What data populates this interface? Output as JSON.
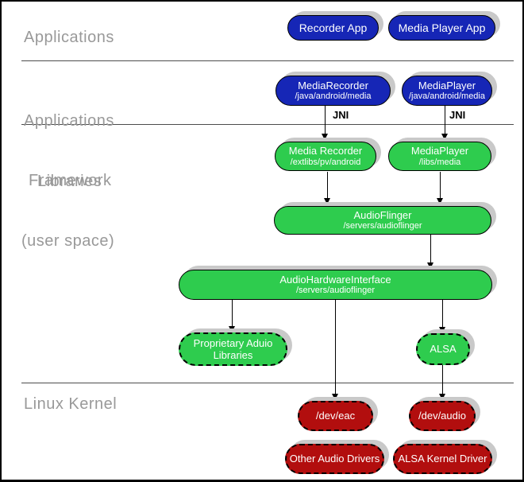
{
  "zones": {
    "applications": "Applications",
    "framework_line1": "Applications",
    "framework_line2": "Framework",
    "libraries_line1": "Libraries",
    "libraries_line2": "(user space)",
    "linux_kernel": "Linux Kernel"
  },
  "jni_label": "JNI",
  "nodes": {
    "recorder_app": {
      "title": "Recorder App"
    },
    "media_player_app": {
      "title": "Media Player App"
    },
    "media_recorder_framework": {
      "title": "MediaRecorder",
      "path": "/java/android/media"
    },
    "media_player_framework": {
      "title": "MediaPlayer",
      "path": "/java/android/media"
    },
    "media_recorder_lib": {
      "title": "Media Recorder",
      "path": "/extlibs/pv/android"
    },
    "media_player_lib": {
      "title": "MediaPlayer",
      "path": "/libs/media"
    },
    "audio_flinger": {
      "title": "AudioFlinger",
      "path": "/servers/audioflinger"
    },
    "audio_hardware_interface": {
      "title": "AudioHardwareInterface",
      "path": "/servers/audioflinger"
    },
    "proprietary_audio_libs": {
      "line1": "Proprietary Aduio",
      "line2": "Libraries"
    },
    "alsa": {
      "title": "ALSA"
    },
    "dev_eac": {
      "title": "/dev/eac"
    },
    "dev_audio": {
      "title": "/dev/audio"
    },
    "other_audio_drivers": {
      "title": "Other Audio Drivers"
    },
    "alsa_kernel_driver": {
      "title": "ALSA Kernel Driver"
    }
  },
  "edges": [
    {
      "from": "media_recorder_framework",
      "to": "media_recorder_lib",
      "label": "JNI"
    },
    {
      "from": "media_player_framework",
      "to": "media_player_lib",
      "label": "JNI"
    },
    {
      "from": "media_recorder_lib",
      "to": "audio_flinger"
    },
    {
      "from": "media_player_lib",
      "to": "audio_flinger"
    },
    {
      "from": "audio_flinger",
      "to": "audio_hardware_interface"
    },
    {
      "from": "audio_hardware_interface",
      "to": "proprietary_audio_libs"
    },
    {
      "from": "audio_hardware_interface",
      "to": "dev_eac"
    },
    {
      "from": "audio_hardware_interface",
      "to": "alsa"
    },
    {
      "from": "alsa",
      "to": "dev_audio"
    }
  ],
  "colors": {
    "app_blue": "#1626b6",
    "lib_green": "#2ecc4e",
    "kernel_red": "#b20e0e",
    "shadow_gray": "#c9c9c9",
    "zone_label_gray": "#999999"
  }
}
